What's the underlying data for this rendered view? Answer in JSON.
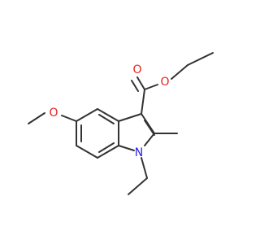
{
  "atoms": {
    "ester_carbonyl_o": "O",
    "ester_ether_o": "O",
    "methoxy_o": "O",
    "ring_n": "N"
  },
  "colors": {
    "bond": "#333333",
    "oxygen": "#e8231e",
    "nitrogen": "#2a1bf1",
    "background": "#ffffff"
  }
}
